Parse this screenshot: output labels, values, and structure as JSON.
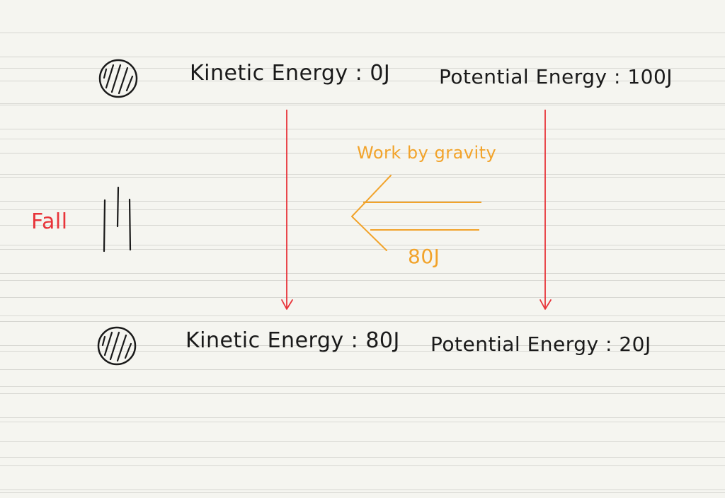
{
  "top_state": {
    "kinetic_energy": "Kinetic Energy : 0J",
    "potential_energy": "Potential Energy : 100J"
  },
  "bottom_state": {
    "kinetic_energy": "Kinetic Energy : 80J",
    "potential_energy": "Potential Energy : 20J"
  },
  "fall_label": "Fall",
  "work": {
    "label": "Work by gravity",
    "value": "80J"
  },
  "colors": {
    "ink": "#1a1a1a",
    "red": "#e8343a",
    "orange": "#f2a32a",
    "paper": "#f5f5f0",
    "rule": "#d6d6d1"
  }
}
